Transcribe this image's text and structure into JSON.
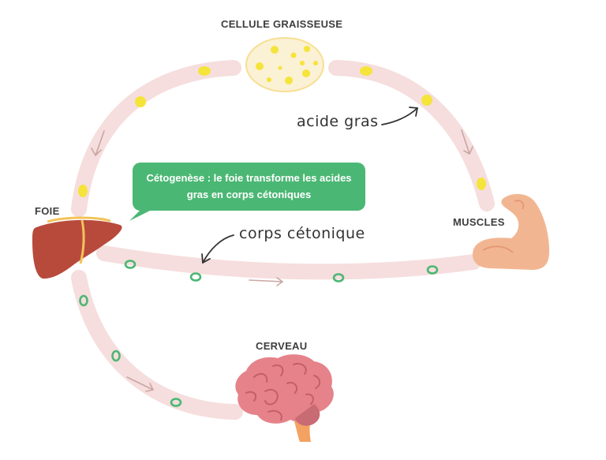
{
  "labels": {
    "fat_cell": "CELLULE GRAISSEUSE",
    "liver": "FOIE",
    "muscles": "MUSCLES",
    "brain": "CERVEAU"
  },
  "annotations": {
    "fatty_acid": "acide gras",
    "ketone_body": "corps cétonique"
  },
  "callout": {
    "text": "Cétogenèse : le foie transforme les acides gras en corps cétoniques"
  },
  "colors": {
    "pathway": "#f5dedd",
    "fatty_acid_dot": "#f5e43a",
    "ketone_dot": "#4bb774",
    "callout_bg": "#4bb774",
    "liver": "#b84a3c",
    "muscle": "#f1b691",
    "brain": "#e5828a",
    "arrow": "#c9a6a3"
  },
  "icons": [
    "fat-cell-icon",
    "liver-icon",
    "muscle-arm-icon",
    "brain-icon"
  ]
}
